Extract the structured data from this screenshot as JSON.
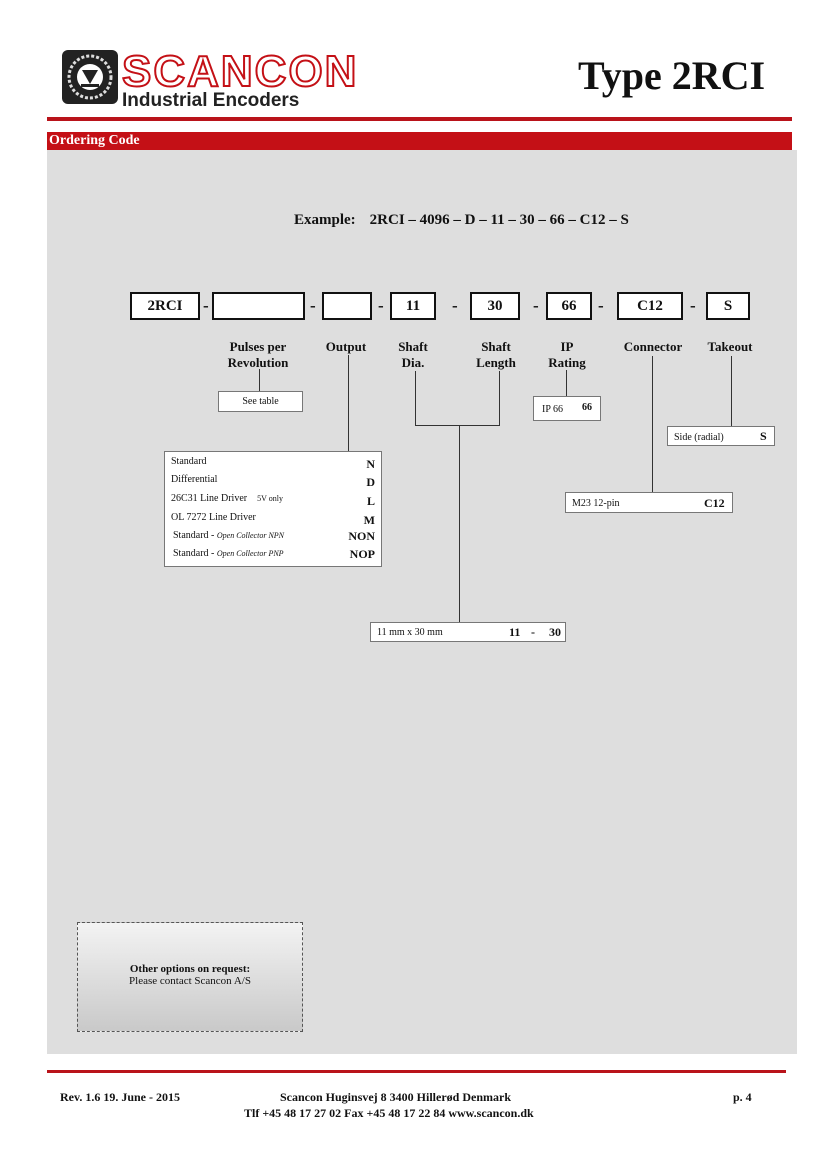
{
  "header": {
    "logo_text": "SCANCON",
    "logo_tagline": "Industrial Encoders",
    "title": "Type 2RCI"
  },
  "section": {
    "title": "Ordering Code"
  },
  "example": {
    "label": "Example:",
    "code": "2RCI – 4096 – D – 11 – 30 – 66 – C12 – S"
  },
  "code_boxes": [
    "2RCI",
    "",
    "",
    "11",
    "30",
    "66",
    "C12",
    "S"
  ],
  "separator": "-",
  "headers": {
    "pulses_1": "Pulses per",
    "pulses_2": "Revolution",
    "output": "Output",
    "shaft_dia_1": "Shaft",
    "shaft_dia_2": "Dia.",
    "shaft_len_1": "Shaft",
    "shaft_len_2": "Length",
    "ip_1": "IP",
    "ip_2": "Rating",
    "connector": "Connector",
    "takeout": "Takeout"
  },
  "pulses_box": "See table",
  "ip_option": {
    "label": "IP 66",
    "code": "66"
  },
  "takeout_option": {
    "label": "Side   (radial)",
    "code": "S"
  },
  "connector_option": {
    "label": "M23   12-pin",
    "code": "C12"
  },
  "output_options": [
    {
      "label": "Standard",
      "note": "",
      "code": "N"
    },
    {
      "label": "Differential",
      "note": "",
      "code": "D"
    },
    {
      "label": "26C31 Line Driver",
      "note": "5V only",
      "code": "L"
    },
    {
      "label": "OL 7272 Line Driver",
      "note": "",
      "code": "M"
    },
    {
      "label": "Standard  - ",
      "note": "Open Collector  NPN",
      "code": "NON"
    },
    {
      "label": "Standard  - ",
      "note": "Open Collector  PNP",
      "code": "NOP"
    }
  ],
  "shaft_option": {
    "label": "11 mm x 30 mm",
    "code_a": "11",
    "sep": "-",
    "code_b": "30"
  },
  "other_options": {
    "title": "Other options on request:",
    "text": "Please contact Scancon A/S"
  },
  "footer": {
    "rev": "Rev. 1.6   19. June - 2015",
    "address": "Scancon     Huginsvej 8     3400  Hillerød     Denmark",
    "contact": "Tlf  +45 48 17 27 02     Fax +45 48 17 22 84     www.scancon.dk",
    "page": "p. 4"
  },
  "colors": {
    "accent": "#c41016",
    "panel": "#dedede"
  }
}
